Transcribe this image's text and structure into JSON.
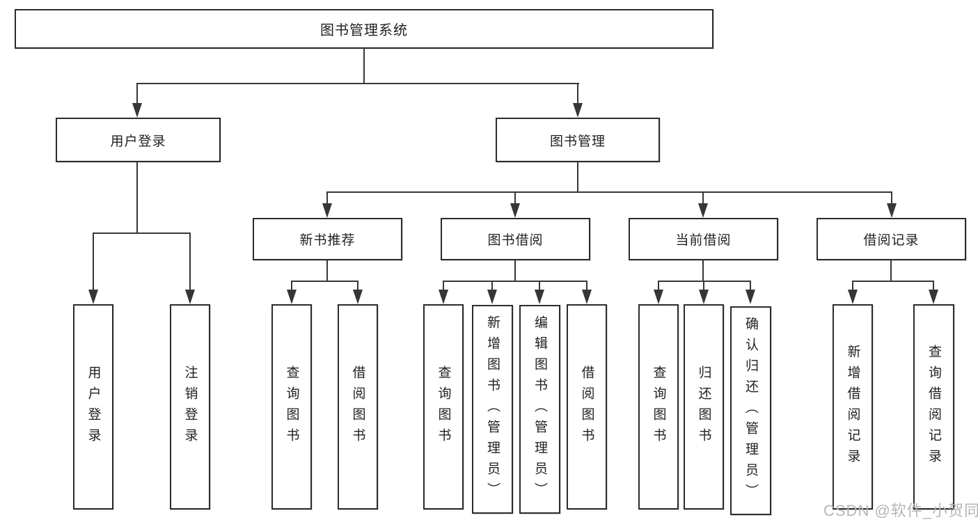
{
  "nodes": {
    "root": "图书管理系统",
    "user_login": "用户登录",
    "book_management": "图书管理",
    "new_book_recommend": "新书推荐",
    "book_borrowing": "图书借阅",
    "current_borrowing": "当前借阅",
    "borrowing_records": "借阅记录"
  },
  "leaves": {
    "login": [
      "用户登录",
      "注销登录"
    ],
    "recommend": [
      "查询图书",
      "借阅图书"
    ],
    "borrowing": [
      "查询图书",
      "新增图书（管理员）",
      "编辑图书（管理员）",
      "借阅图书"
    ],
    "current": [
      "查询图书",
      "归还图书",
      "确认归还（管理员）"
    ],
    "records": [
      "新增借阅记录",
      "查询借阅记录"
    ]
  },
  "watermark": "CSDN @软件_小贺同学",
  "colors": {
    "line": "#363636",
    "box_border": "#2b2b2b",
    "text": "#212121",
    "watermark": "#b5b5b5",
    "background": "#ffffff"
  }
}
